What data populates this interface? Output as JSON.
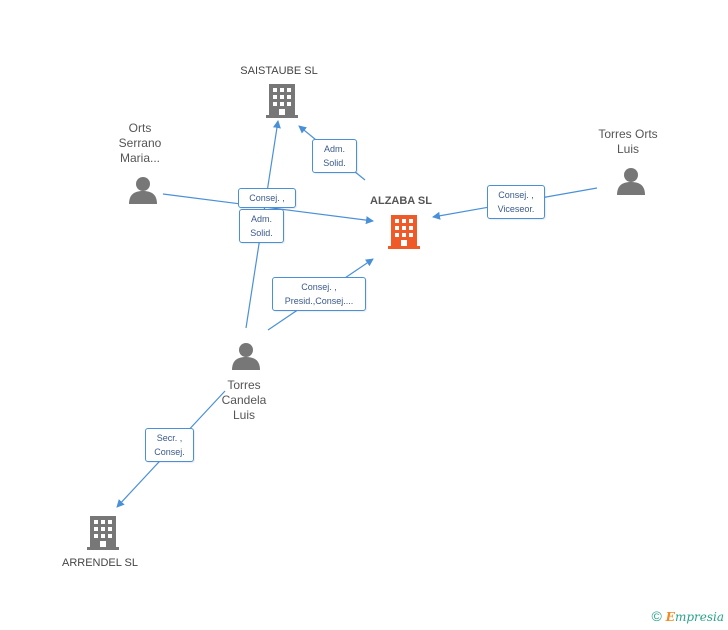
{
  "nodes": {
    "alzaba": {
      "label": "ALZABA SL",
      "color": "#f05a28"
    },
    "saistaube": {
      "label": "SAISTAUBE SL"
    },
    "arrendel": {
      "label": "ARRENDEL SL"
    },
    "orts": {
      "label_lines": [
        "Orts",
        "Serrano",
        "Maria..."
      ]
    },
    "torres_orts": {
      "label_lines": [
        "Torres Orts",
        "Luis"
      ]
    },
    "torres_candela": {
      "label_lines": [
        "Torres",
        "Candela",
        "Luis"
      ]
    }
  },
  "edges": {
    "saistaube_alzaba": {
      "lines": [
        "Adm.",
        "Solid."
      ]
    },
    "orts_alzaba": {
      "lines": [
        "Consej. ,",
        "Adm.",
        "Solid."
      ]
    },
    "torresorts_alzaba": {
      "lines": [
        "Consej. ,",
        "Viceseor."
      ]
    },
    "candela_alzaba": {
      "lines": [
        "Consej. ,",
        "Presid.,Consej...."
      ]
    },
    "candela_arrendel": {
      "lines": [
        "Secr. ,",
        "Consej."
      ]
    }
  },
  "colors": {
    "edge": "#4a90d9",
    "person": "#777777",
    "company": "#777777",
    "focus_company": "#f05a28"
  },
  "footer": {
    "copyright_symbol": "©",
    "brand_first": "E",
    "brand_rest": "mpresia"
  }
}
